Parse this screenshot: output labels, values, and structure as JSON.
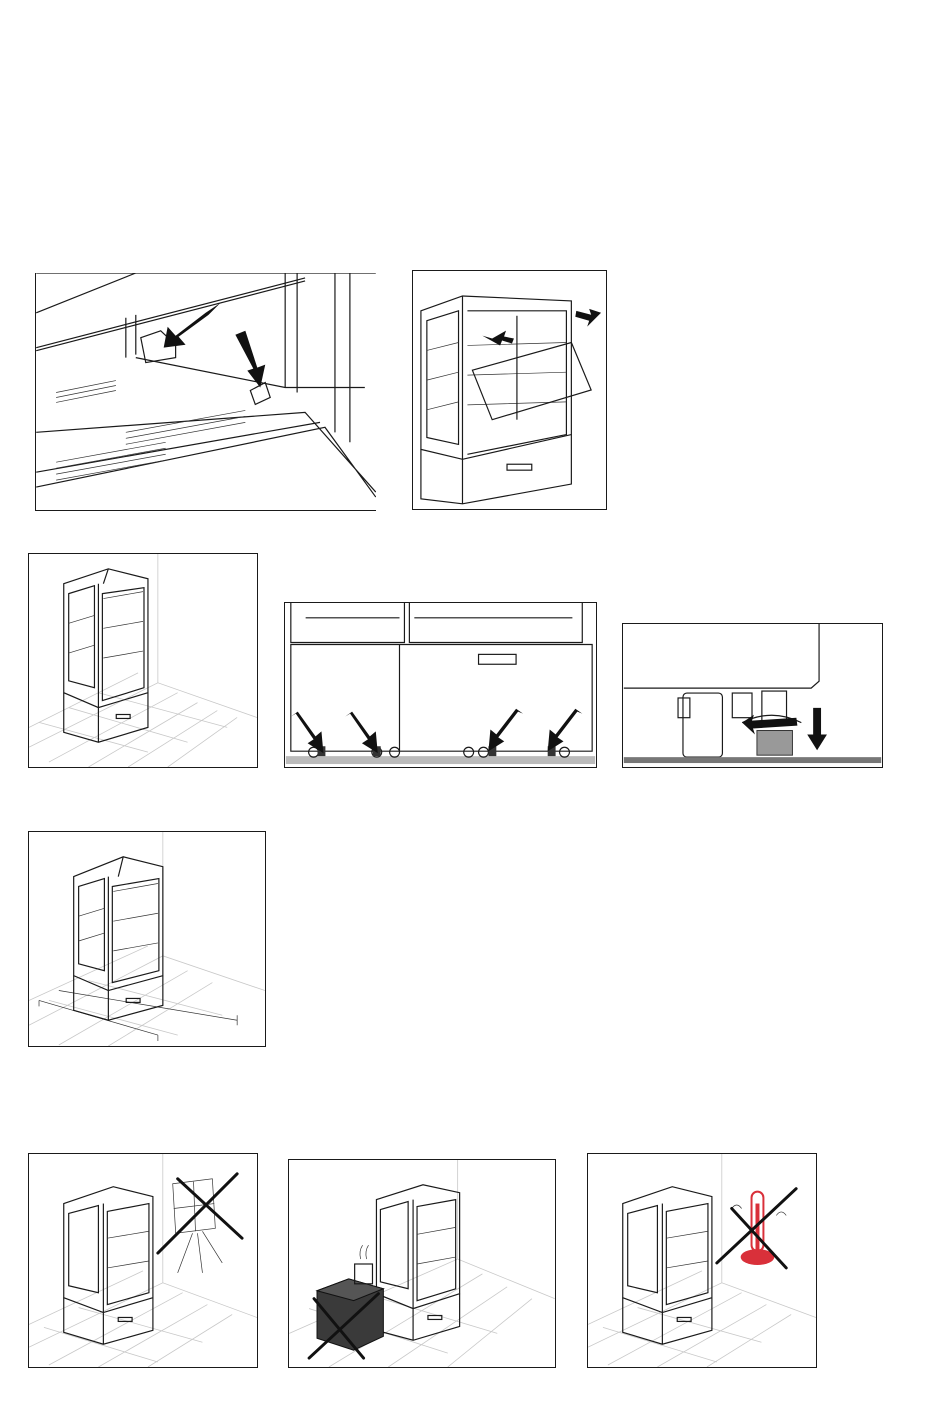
{
  "page": {
    "figures": [
      {
        "id": "fig-shelf-brackets",
        "icon": "shelf-bracket-arrows"
      },
      {
        "id": "fig-glass-shelf-insert",
        "icon": "shelf-insert-arrows"
      },
      {
        "id": "fig-cabinet-placed",
        "icon": "cabinet-on-grid"
      },
      {
        "id": "fig-base-feet",
        "icon": "feet-arrows"
      },
      {
        "id": "fig-foot-adjust",
        "icon": "leveling-foot"
      },
      {
        "id": "fig-cabinet-clearance",
        "icon": "cabinet-clearance"
      },
      {
        "id": "fig-no-sunlight",
        "icon": "window-crossed"
      },
      {
        "id": "fig-no-heat-source",
        "icon": "stove-crossed"
      },
      {
        "id": "fig-no-high-temperature",
        "icon": "thermometer-crossed"
      }
    ],
    "colors": {
      "ink": "#1a1a1a",
      "grid": "#c8c8c8",
      "thermometer": "#d9303a",
      "floor": "#777777"
    }
  }
}
